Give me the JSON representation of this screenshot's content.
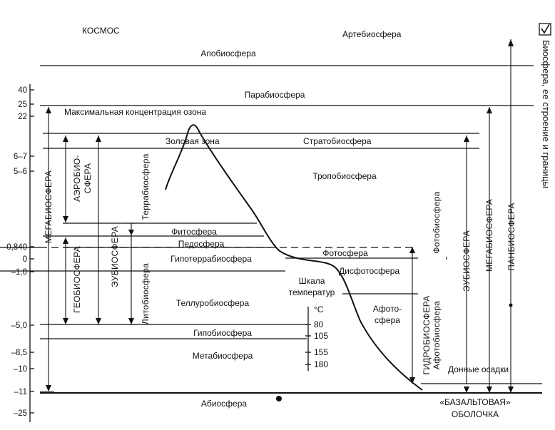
{
  "top": {
    "cosmos": "КОСМОС",
    "artebiosphere": "Артебиосфера"
  },
  "zones": {
    "apobiosphere": "Апобиосфера",
    "parabiosphere": "Парабиосфера",
    "ozone": "Максимальная концентрация озона",
    "aeolian": "Золовая зона",
    "stratobiosphere": "Стратобиосфера",
    "tropobiosphere": "Тропобиосфера",
    "phytosphere": "Фитосфера",
    "pedosphere": "Педосфера",
    "photosphere": "Фотосфера",
    "hypoterrabiosphere": "Гипотеррабиосфера",
    "disphotosphere": "Дисфотосфера",
    "tellurobiosphere": "Теллуробиосфера",
    "hypobiosphere": "Гипобиосфера",
    "metabiosphere": "Метабиосфера",
    "abiosphere": "Абиосфера",
    "bottom_sediments": "Донные осадки",
    "basalt_line1": "«БАЗАЛЬТОВАЯ»",
    "basalt_line2": "ОБОЛОЧКА",
    "aphotosphere_line1": "Афото-",
    "aphotosphere_line2": "сфера"
  },
  "vertical_labels": {
    "megabiosphere": "МЕГАБИОСФЕРА",
    "aerobiosphere_1": "АЭРОБИО-",
    "aerobiosphere_2": "СФЕРА",
    "eubiosphere": "ЭУБИОСФЕРА",
    "terrabiosphere": "Террабиосфера",
    "geobiosphere": "ГЕОБИОСФЕРА",
    "lithobiosphere": "Литобиосфера",
    "photobiosphere": "Фотобиосфера",
    "hydrobiosphere": "ГИДРОБИОСФЕРА",
    "aphotobiosphere": "Афотобиосфера",
    "eubiosphere_right": "ЭУБИОСФЕРА",
    "megabiosphere_right": "МЕГАБИОСФЕРА",
    "panbiosphere": "ПАНБИОСФЕРА"
  },
  "scale": {
    "ticks": [
      "40",
      "25",
      "22",
      "6–7",
      "5–6",
      "0,840",
      "0",
      "–1,0",
      "–5,0",
      "–8,5",
      "–10",
      "–11",
      "–25"
    ]
  },
  "temperature": {
    "title_line1": "Шкала",
    "title_line2": "температур",
    "unit": "°C",
    "values": [
      "80",
      "105",
      "155",
      "180"
    ]
  },
  "side_title": "Биосфера, ее строение и границы",
  "colors": {
    "ink": "#111111",
    "background": "#ffffff"
  }
}
